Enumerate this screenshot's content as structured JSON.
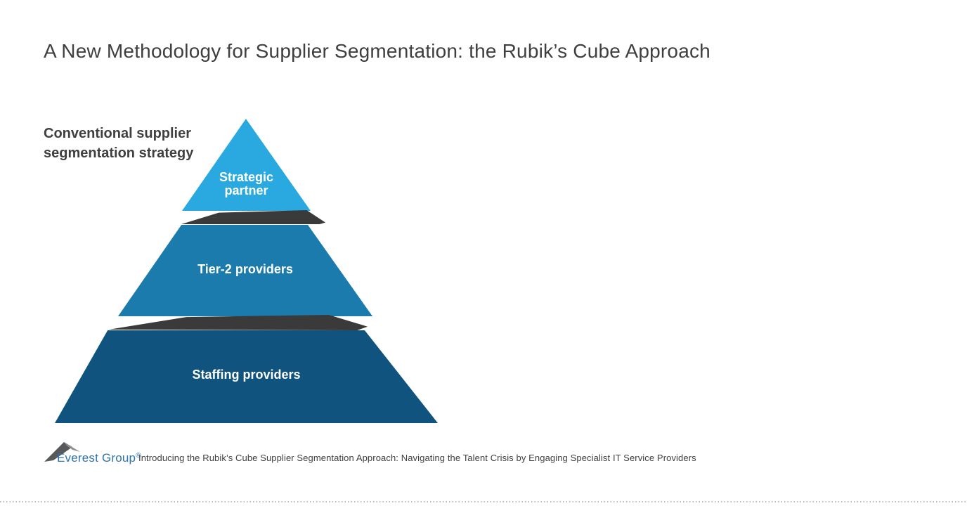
{
  "header": {
    "title": "A New Methodology for Supplier Segmentation: the Rubik’s Cube Approach",
    "title_color": "#3f3f3f"
  },
  "annotation": {
    "label": "Conventional supplier segmentation strategy"
  },
  "pyramid": {
    "tiers": [
      {
        "label": "Strategic partner",
        "color": "#29a9e0"
      },
      {
        "label": "Tier-2 providers",
        "color": "#1c7bad"
      },
      {
        "label": "Staffing providers",
        "color": "#0f537e"
      }
    ],
    "shadow_color": "#3a3a3a",
    "label_color": "#ffffff"
  },
  "footer": {
    "logo": {
      "text": "Everest Group",
      "registered_mark": "®",
      "color": "#2e74ad"
    },
    "caption": "Introducing the Rubik’s Cube Supplier Segmentation Approach: Navigating the Talent Crisis by Engaging Specialist IT Service Providers"
  }
}
